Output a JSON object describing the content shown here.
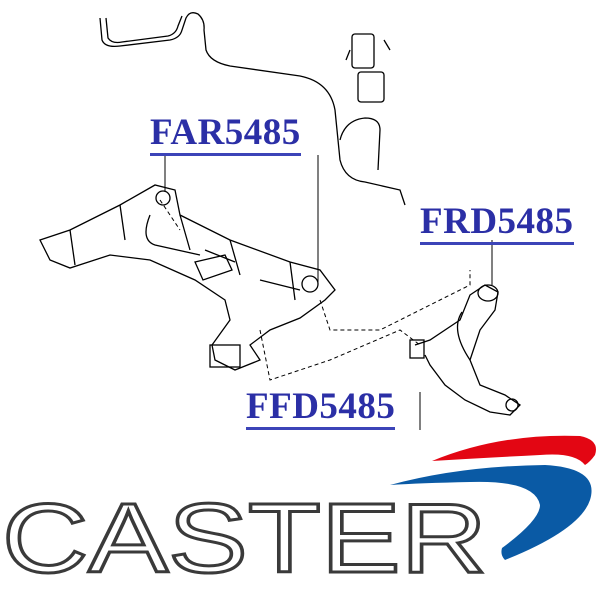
{
  "labels": {
    "upper": "FAR5485",
    "right": "FRD5485",
    "lower": "FFD5485"
  },
  "logo": {
    "text": "CASTER",
    "colors": {
      "text": "#3a3a3a",
      "swoosh_red": "#e30613",
      "swoosh_blue": "#0a5aa5"
    }
  },
  "colors": {
    "label": "#2b2fa6",
    "drawing": "#000000"
  }
}
